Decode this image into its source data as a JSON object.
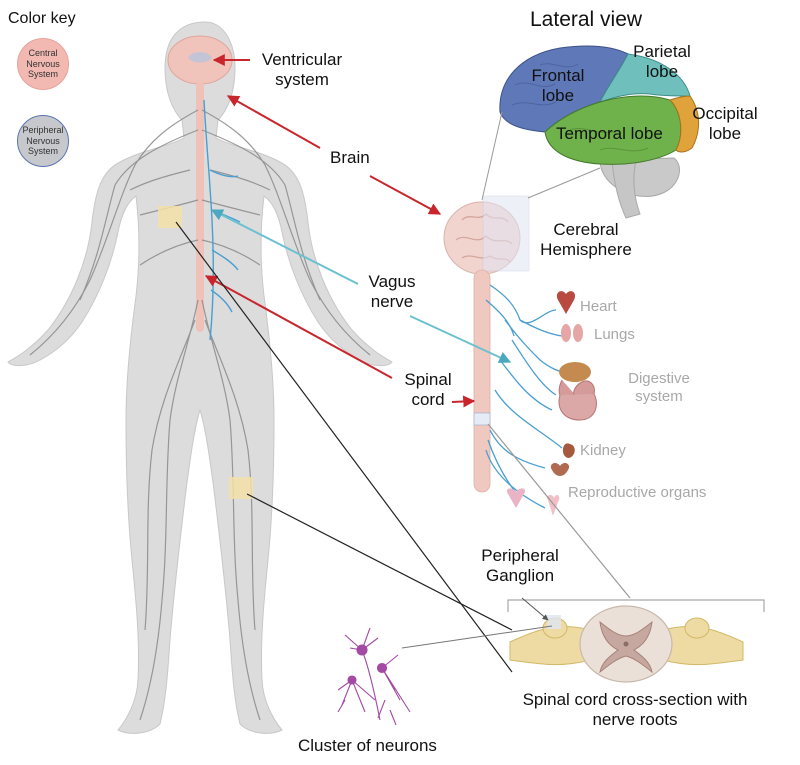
{
  "color_key": {
    "title": "Color key",
    "central_label": "Central Nervous System",
    "peripheral_label": "Peripheral Nervous System",
    "central_color": "#f1b9b1",
    "peripheral_color": "#c7c8cc"
  },
  "lateral_view": {
    "title": "Lateral view",
    "lobes": {
      "frontal": "Frontal lobe",
      "parietal": "Parietal lobe",
      "temporal": "Temporal lobe",
      "occipital": "Occipital lobe"
    },
    "lobe_colors": {
      "frontal": "#5f78b8",
      "parietal": "#6fc0bd",
      "temporal": "#6fb14a",
      "occipital": "#e0a23a"
    }
  },
  "labels": {
    "ventricular_system": "Ventricular system",
    "brain": "Brain",
    "cerebral_hemisphere": "Cerebral Hemisphere",
    "vagus_nerve": "Vagus nerve",
    "spinal_cord": "Spinal cord",
    "peripheral_ganglion": "Peripheral Ganglion",
    "cross_section": "Spinal cord cross-section with nerve roots",
    "neurons": "Cluster of neurons"
  },
  "organs": {
    "heart": "Heart",
    "lungs": "Lungs",
    "digestive": "Digestive system",
    "kidney": "Kidney",
    "reproductive": "Reproductive organs"
  },
  "colors": {
    "arrow_red": "#c8262c",
    "arrow_blue": "#6bc1cf",
    "nerve_blue": "#4a9fd0",
    "body_gray": "#d9d9d9"
  }
}
